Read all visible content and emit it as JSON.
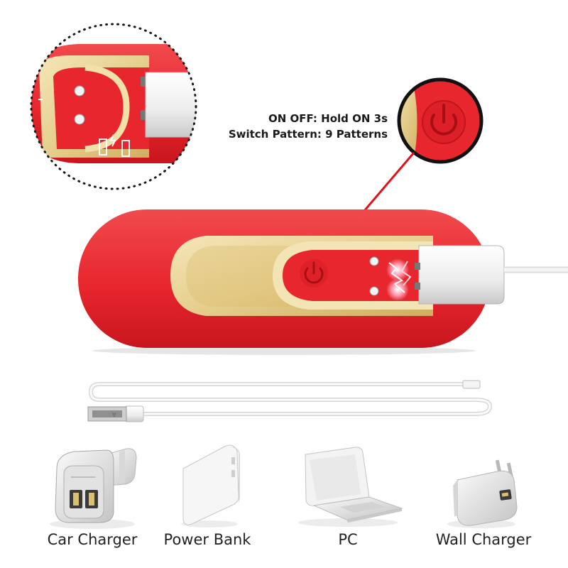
{
  "callout": {
    "line1": "ON OFF: Hold ON 3s",
    "line2": "Switch Pattern: 9 Patterns"
  },
  "chargers": [
    {
      "label": "Car Charger",
      "icon": "car-charger-icon"
    },
    {
      "label": "Power Bank",
      "icon": "power-bank-icon"
    },
    {
      "label": "PC",
      "icon": "laptop-icon"
    },
    {
      "label": "Wall Charger",
      "icon": "wall-charger-icon"
    }
  ],
  "colors": {
    "device_red": "#e8262e",
    "gold_panel": "#e9d49a",
    "laser_red": "#e3101c",
    "cable_white": "#f3f3f3",
    "text": "#1a1a1a"
  }
}
